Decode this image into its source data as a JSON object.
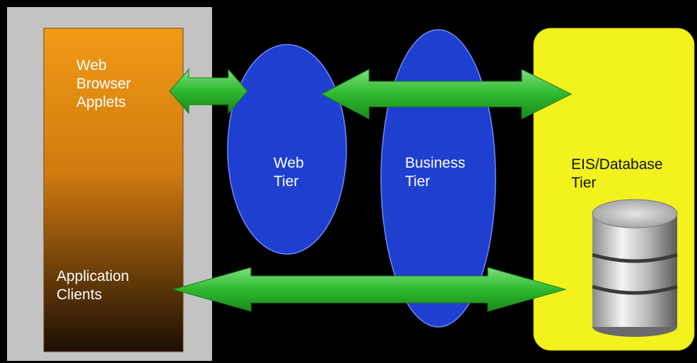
{
  "colors": {
    "background": "#000000",
    "client_panel": "#c3c3c3",
    "client_box_top": "#f19a16",
    "client_box_bottom": "#1a0e04",
    "tier_ellipse": "#1f3fd0",
    "eis_panel": "#f2f21e",
    "arrow": "#2fc02f",
    "label_light": "#ffffff",
    "label_dark": "#111111"
  },
  "client": {
    "browser_label": [
      "Web",
      "Browser",
      "Applets"
    ],
    "app_clients_label": [
      "Application",
      "Clients"
    ]
  },
  "web_tier": {
    "label": [
      "Web",
      "Tier"
    ]
  },
  "business_tier": {
    "label": [
      "Business",
      "Tier"
    ]
  },
  "eis_tier": {
    "label": [
      "EIS/Database",
      "Tier"
    ],
    "icon": "database-cylinder-icon"
  },
  "connectors": [
    {
      "name": "browser-to-web-tier-arrow",
      "icon": "double-arrow-icon"
    },
    {
      "name": "web-to-eis-arrow",
      "icon": "double-arrow-icon"
    },
    {
      "name": "clients-to-eis-arrow",
      "icon": "double-arrow-icon"
    }
  ]
}
